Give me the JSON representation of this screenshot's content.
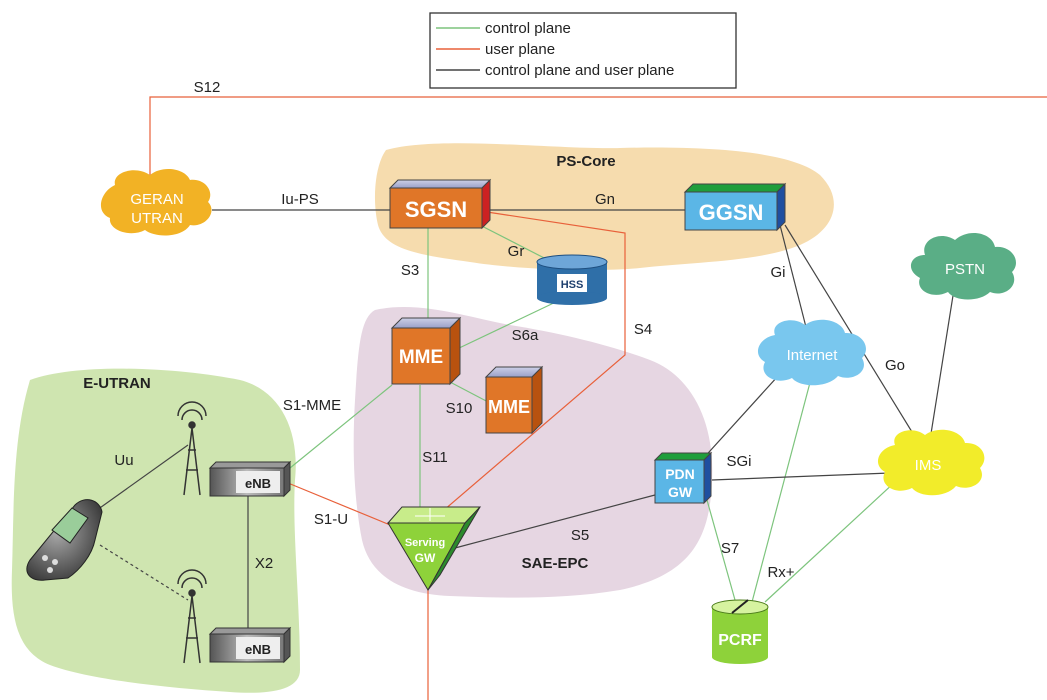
{
  "legend": {
    "control": "control plane",
    "user": "user plane",
    "both": "control plane and user plane"
  },
  "colors": {
    "control": "#7dc47d",
    "user": "#e8603a",
    "both": "#444444",
    "ps_core": "#f6dcae",
    "epc": "#e6d6e2",
    "eutran": "#cfe5b0",
    "sgsn_face": "#e07628",
    "ggsn_face": "#5bb6e6",
    "mme_face": "#e07628",
    "hss": "#2f6fa8",
    "pcrf": "#8ed23a",
    "serving_gw": "#8ed23a",
    "internet": "#79c7ee",
    "pstn": "#5aae86",
    "ims": "#f2ec2a",
    "geran": "#f2b225"
  },
  "regions": {
    "ps_core": "PS-Core",
    "sae_epc": "SAE-EPC",
    "e_utran": "E-UTRAN"
  },
  "nodes": {
    "sgsn": "SGSN",
    "ggsn": "GGSN",
    "hss": "HSS",
    "mme1": "MME",
    "mme2": "MME",
    "pdn_gw_1": "PDN",
    "pdn_gw_2": "GW",
    "serving_gw_1": "Serving",
    "serving_gw_2": "GW",
    "pcrf": "PCRF",
    "enb1": "eNB",
    "enb2": "eNB",
    "internet": "Internet",
    "pstn": "PSTN",
    "ims": "IMS",
    "geran_1": "GERAN",
    "geran_2": "UTRAN"
  },
  "interfaces": {
    "s12": "S12",
    "iu_ps": "Iu-PS",
    "gn": "Gn",
    "gr": "Gr",
    "s3": "S3",
    "s4": "S4",
    "s6a": "S6a",
    "gi": "Gi",
    "go": "Go",
    "s1_mme": "S1-MME",
    "s10": "S10",
    "s11": "S11",
    "uu": "Uu",
    "sgi": "SGi",
    "s1_u": "S1-U",
    "s5": "S5",
    "x2": "X2",
    "s7": "S7",
    "rx": "Rx+"
  }
}
